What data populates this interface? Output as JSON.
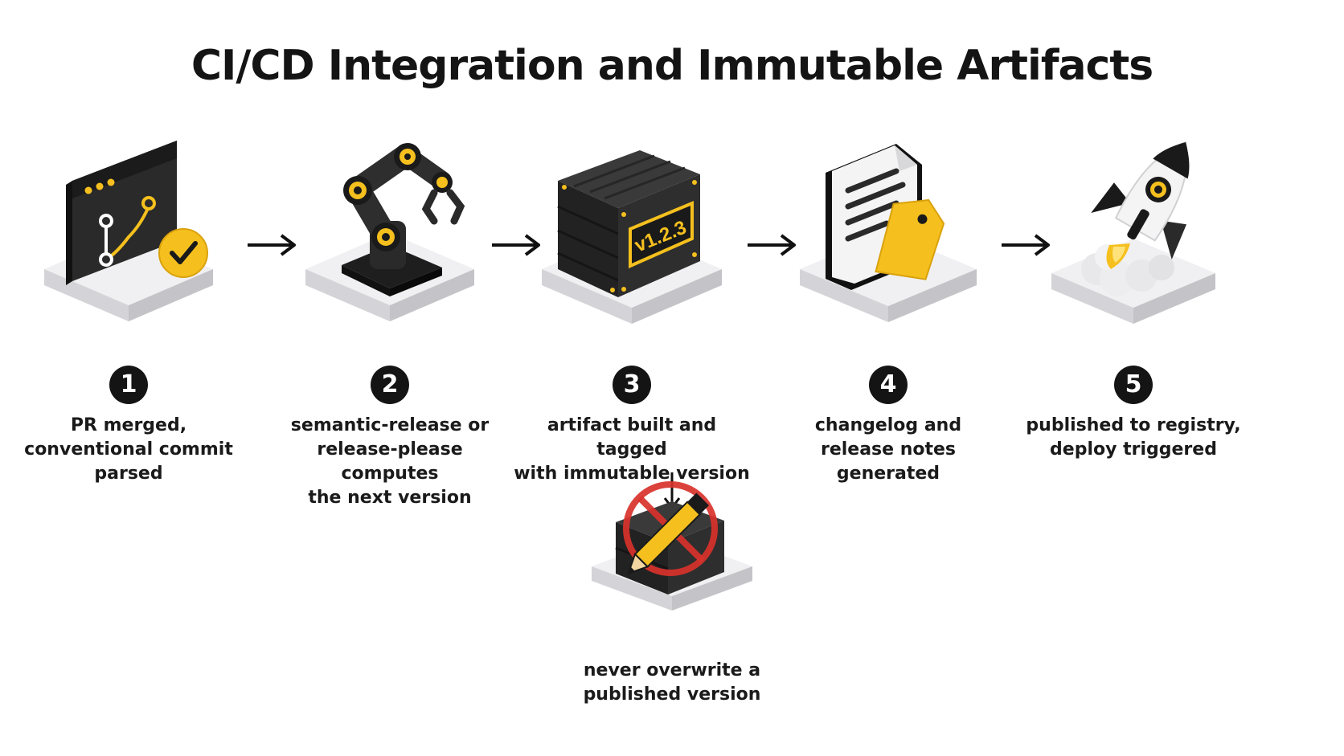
{
  "title": "CI/CD Integration and Immutable Artifacts",
  "steps": [
    {
      "number": "1",
      "label_lines": [
        "PR merged,",
        "conventional commit",
        "parsed"
      ],
      "icon": "browser-branch-check-icon"
    },
    {
      "number": "2",
      "label_lines": [
        "semantic-release or",
        "release-please computes",
        "the next version"
      ],
      "icon": "robot-arm-icon"
    },
    {
      "number": "3",
      "label_lines": [
        "artifact built and tagged",
        "with immutable version"
      ],
      "icon": "crate-icon",
      "crate_tag": "v1.2.3"
    },
    {
      "number": "4",
      "label_lines": [
        "changelog and",
        "release notes generated"
      ],
      "icon": "document-tag-icon"
    },
    {
      "number": "5",
      "label_lines": [
        "published to registry,",
        "deploy triggered"
      ],
      "icon": "rocket-icon"
    }
  ],
  "branch": {
    "label_lines": [
      "never overwrite a",
      "published version"
    ],
    "icon": "no-edit-icon"
  },
  "colors": {
    "accent": "#F5C01E",
    "dark": "#1E1E1E",
    "platform": "#E4E4E6",
    "prohibit": "#D9322B"
  }
}
